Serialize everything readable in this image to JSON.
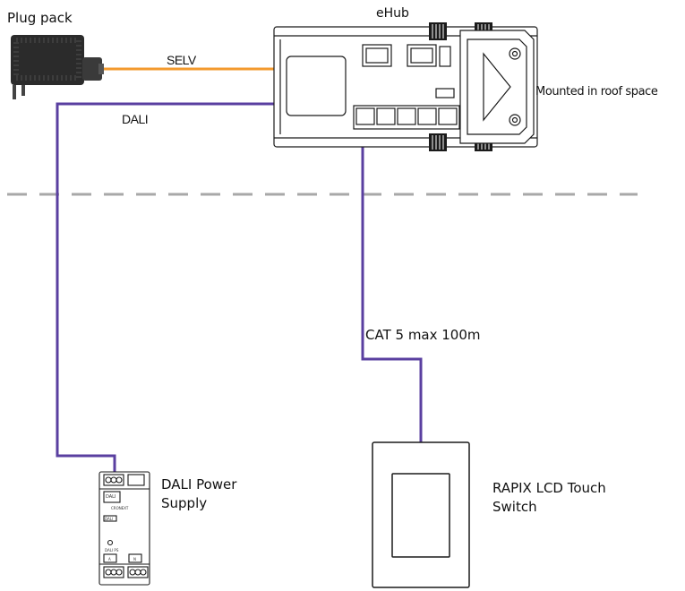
{
  "labels": {
    "plug_pack": "Plug pack",
    "ehub": "eHub",
    "selv": "SELV",
    "dali": "DALI",
    "mounted": "Mounted in roof space",
    "cat5": "CAT 5 max 100m",
    "dali_ps_line1": "DALI Power",
    "dali_ps_line2": "Supply",
    "rapix_line1": "RAPIX LCD Touch",
    "rapix_line2": "Switch"
  },
  "device_text": {
    "dali_ps_badge": "DALI",
    "dali_ps_brand": "CRONEXT",
    "dali_ps_model": "DALI",
    "dali_ps_bottom": "DALI PS",
    "dali_ps_term_a": "A",
    "dali_ps_term_b": "N"
  },
  "colors": {
    "selv_wire": "#f39a2e",
    "dali_wire": "#5a3fa0",
    "device_stroke": "#1a1a1a",
    "divider": "#a8a8a8",
    "plug_body": "#2b2b2b"
  },
  "icons": {
    "plug_pack": "power-adapter-icon",
    "ehub": "ehub-controller-icon",
    "dali_ps": "din-rail-power-supply-icon",
    "rapix": "touch-screen-switch-icon"
  }
}
